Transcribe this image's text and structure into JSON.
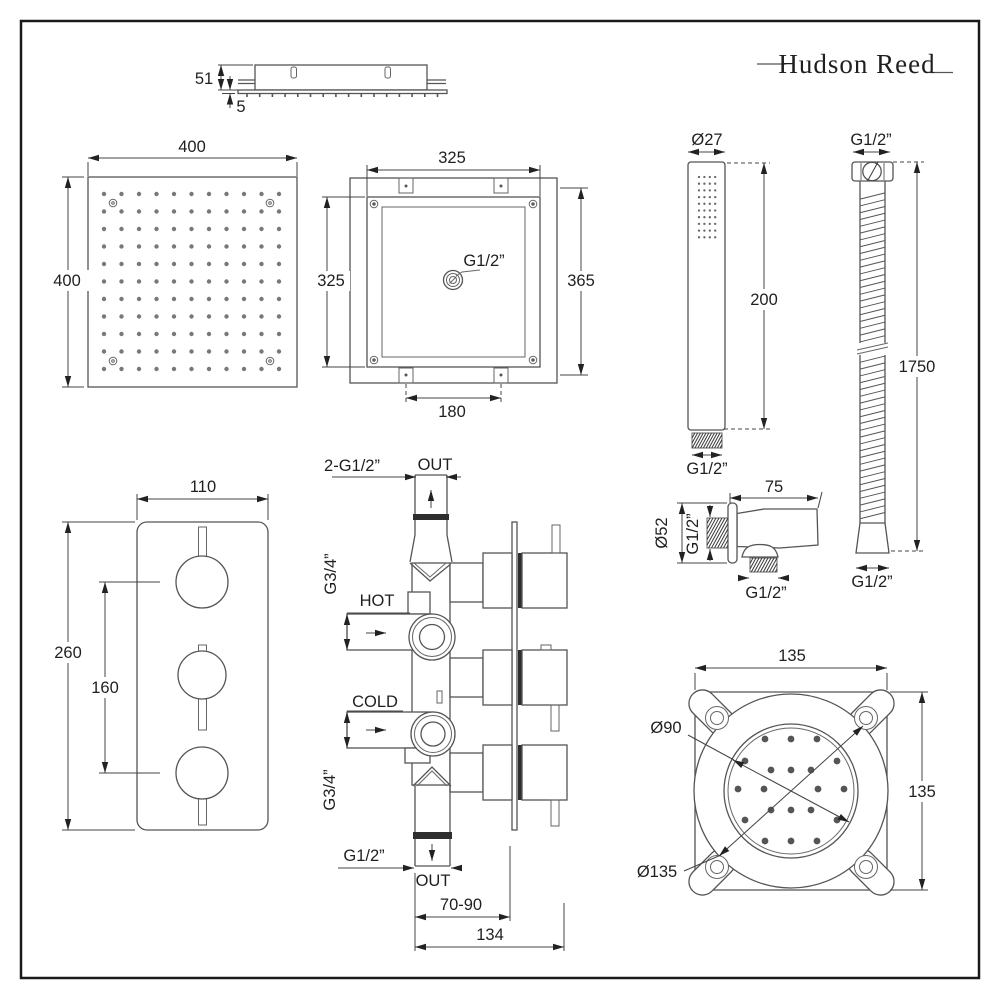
{
  "brand": {
    "name": "Hudson Reed"
  },
  "head_side": {
    "height": "51",
    "plate_thickness": "5"
  },
  "head_face": {
    "width": "400",
    "height": "400"
  },
  "frame": {
    "inner_width": "325",
    "inner_height": "325",
    "overall_height": "365",
    "tab_spacing": "180",
    "connection": "G1/2”"
  },
  "wand": {
    "diameter": "Ø27",
    "length": "200",
    "thread": "G1/2”"
  },
  "hose": {
    "top_thread": "G1/2”",
    "length": "1750",
    "bottom_thread": "G1/2”"
  },
  "trim_plate": {
    "width": "110",
    "height": "260",
    "handle_spacing": "160"
  },
  "valve": {
    "ports_label": "2-G1/2”",
    "out_top": "OUT",
    "hot_label": "HOT",
    "hot_thread": "G3/4”",
    "cold_label": "COLD",
    "cold_thread": "G3/4”",
    "bottom_thread": "G1/2”",
    "out_bottom": "OUT",
    "depth_range": "70-90",
    "overall_depth": "134"
  },
  "elbow": {
    "width": "75",
    "flange_diameter": "Ø52",
    "inlet_thread": "G1/2”",
    "outlet_thread": "G1/2”"
  },
  "jet": {
    "width": "135",
    "height": "135",
    "face_diameter": "Ø90",
    "overall_diameter": "Ø135"
  }
}
